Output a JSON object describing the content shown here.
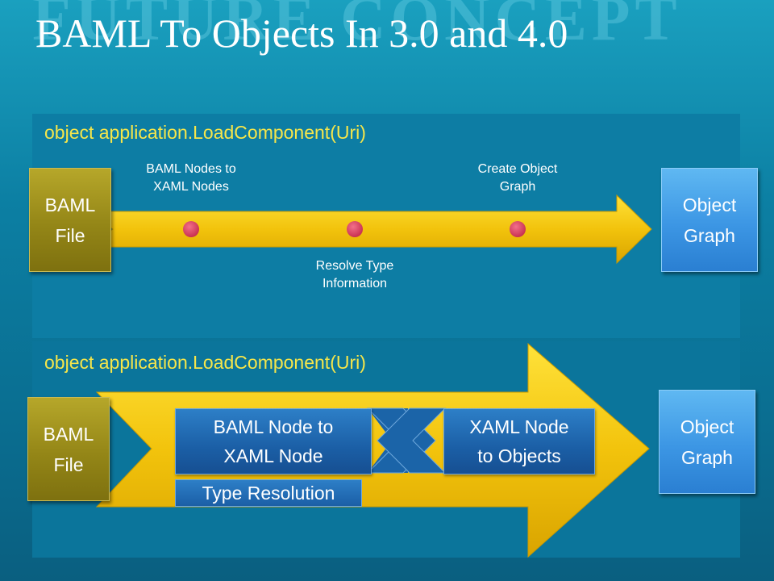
{
  "watermark": "FUTURE CONCEPT",
  "title": "BAML To Objects In 3.0 and 4.0",
  "top_section": {
    "call": "object application.LoadComponent(Uri)",
    "source_box": "BAML File",
    "target_box": "Object Graph",
    "steps": [
      {
        "label_line1": "BAML Nodes to",
        "label_line2": "XAML Nodes"
      },
      {
        "label_line1": "Resolve Type",
        "label_line2": "Information"
      },
      {
        "label_line1": "Create Object",
        "label_line2": "Graph"
      }
    ],
    "dot_color": "#d63b5c"
  },
  "bottom_section": {
    "call": "object application.LoadComponent(Uri)",
    "source_box": "BAML File",
    "target_box": "Object Graph",
    "stage1_line1": "BAML Node to",
    "stage1_line2": "XAML Node",
    "stage2_line1": "XAML Node",
    "stage2_line2": "to Objects",
    "type_resolution": "Type Resolution"
  },
  "colors": {
    "arrow": "#f2c30c",
    "baml_box": "#948617",
    "graph_box": "#3c96e4",
    "label_yellow": "#f6e64a"
  }
}
